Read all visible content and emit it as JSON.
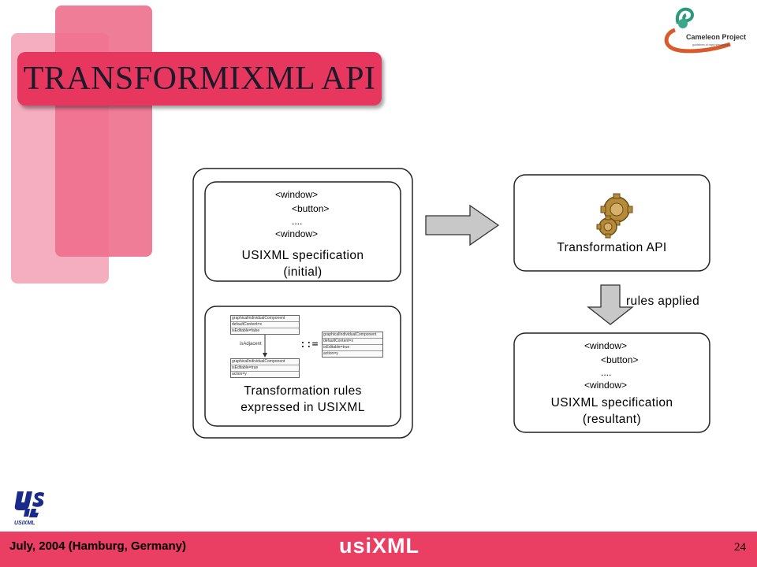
{
  "slide": {
    "title": "TRANSFORMIXML API",
    "page_number": "24"
  },
  "footer": {
    "date": "July, 2004 (Hamburg, Germany)",
    "brand": "usiXML"
  },
  "logos": {
    "cameleon": "Cameleon Project",
    "cameleon_subtitle": "guidelines of rapid simulations",
    "usixml": "USIXML"
  },
  "initial_spec": {
    "code": [
      "<window>",
      "<button>",
      "....",
      "<window>"
    ],
    "caption_line1": "USIXML specification",
    "caption_line2": "(initial)"
  },
  "rules_box": {
    "left_uml_top": [
      "graphicalIndividualComponent",
      "defaultContent=x",
      "isEditable=false"
    ],
    "relation_label": "isAdjacent",
    "left_uml_bottom": [
      "graphicalIndividualComponent",
      "isEditable=true",
      "action=y"
    ],
    "operator": "::=",
    "right_uml": [
      "graphicalIndividualComponent",
      "defaultContent=x",
      "isEditable=true",
      "action=y"
    ],
    "caption_line1": "Transformation rules",
    "caption_line2": "expressed in USIXML"
  },
  "api_box": {
    "caption": "Transformation API",
    "icon": "gears-icon"
  },
  "arrow_label": "rules applied",
  "resultant_spec": {
    "code": [
      "<window>",
      "<button>",
      "....",
      "<window>"
    ],
    "caption_line1": "USIXML specification",
    "caption_line2": "(resultant)"
  },
  "colors": {
    "accent": "#e8375e",
    "footer": "#ea3e62",
    "deco_light": "#f5aec0",
    "deco_dark": "#ee6f8d",
    "arrow": "#c8c8c8"
  }
}
